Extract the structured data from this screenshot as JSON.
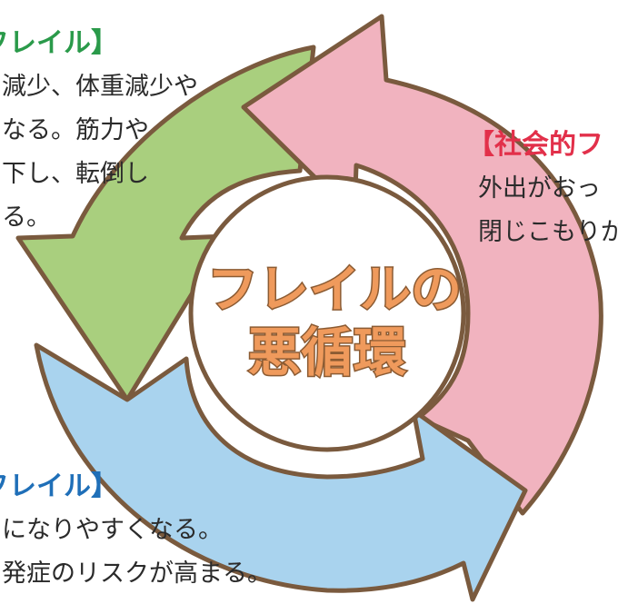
{
  "colors": {
    "green": "#a9cf7e",
    "pink": "#f1b3bf",
    "blue": "#a9d3ee",
    "outline": "#7a5a3e",
    "center_text": "#ef9a5c",
    "center_text_outline": "#8b5b33",
    "green_heading": "#2a9a4a",
    "pink_heading": "#e2304a",
    "blue_heading": "#1f6fb8"
  },
  "center": {
    "line1": "フレイルの",
    "line2": "悪循環"
  },
  "green_section": {
    "heading": "フレイル】",
    "lines": [
      "減少、体重減少や",
      "なる。筋力や",
      "下し、転倒し",
      "る。"
    ]
  },
  "pink_section": {
    "heading": "【社会的フ",
    "lines": [
      "外出がおっ",
      "閉じこもりが"
    ]
  },
  "blue_section": {
    "heading": "フレイル】",
    "lines": [
      "になりやすくなる。",
      "発症のリスクが高まる。"
    ]
  }
}
